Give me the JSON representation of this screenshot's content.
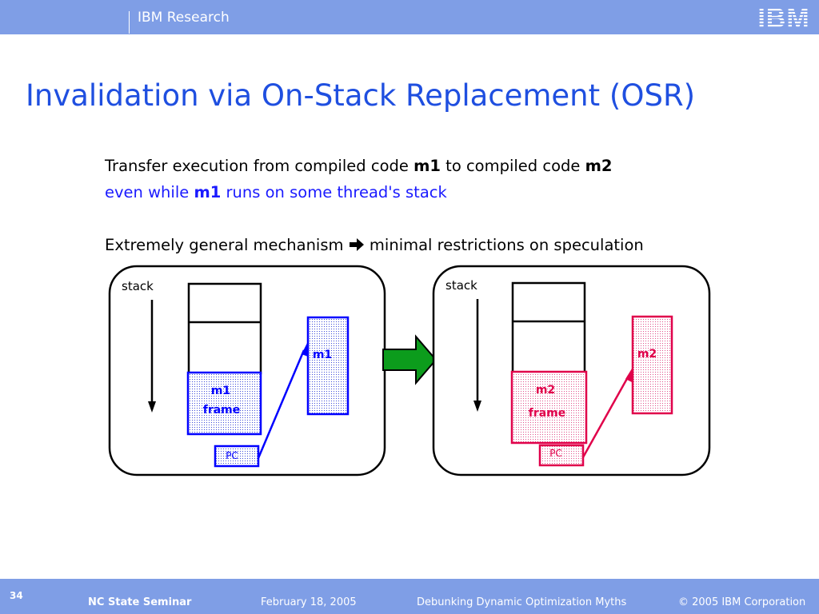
{
  "header": {
    "org": "IBM Research",
    "logo_text": "IBM"
  },
  "slide": {
    "title": "Invalidation via On-Stack Replacement (OSR)",
    "line1": {
      "pre": "Transfer execution from compiled code ",
      "m1": "m1",
      "mid": " to compiled code ",
      "m2": "m2"
    },
    "line2": {
      "pre": "even while ",
      "m1": "m1",
      "post": " runs on some thread's stack"
    },
    "line3": {
      "pre": "Extremely general mechanism ",
      "post": " minimal restrictions on speculation"
    }
  },
  "diagram": {
    "left": {
      "stack_label": "stack",
      "frame_line1": "m1",
      "frame_line2": "frame",
      "pc": "PC",
      "code": "m1",
      "color": "#0000ff"
    },
    "right": {
      "stack_label": "stack",
      "frame_line1": "m2",
      "frame_line2": "frame",
      "pc": "PC",
      "code": "m2",
      "color": "#e0004a"
    },
    "arrow_color": "#0c9c1c"
  },
  "footer": {
    "page": "34",
    "event": "NC State Seminar",
    "date": "February 18, 2005",
    "talk": "Debunking Dynamic Optimization Myths",
    "copyright": "© 2005 IBM Corporation"
  }
}
